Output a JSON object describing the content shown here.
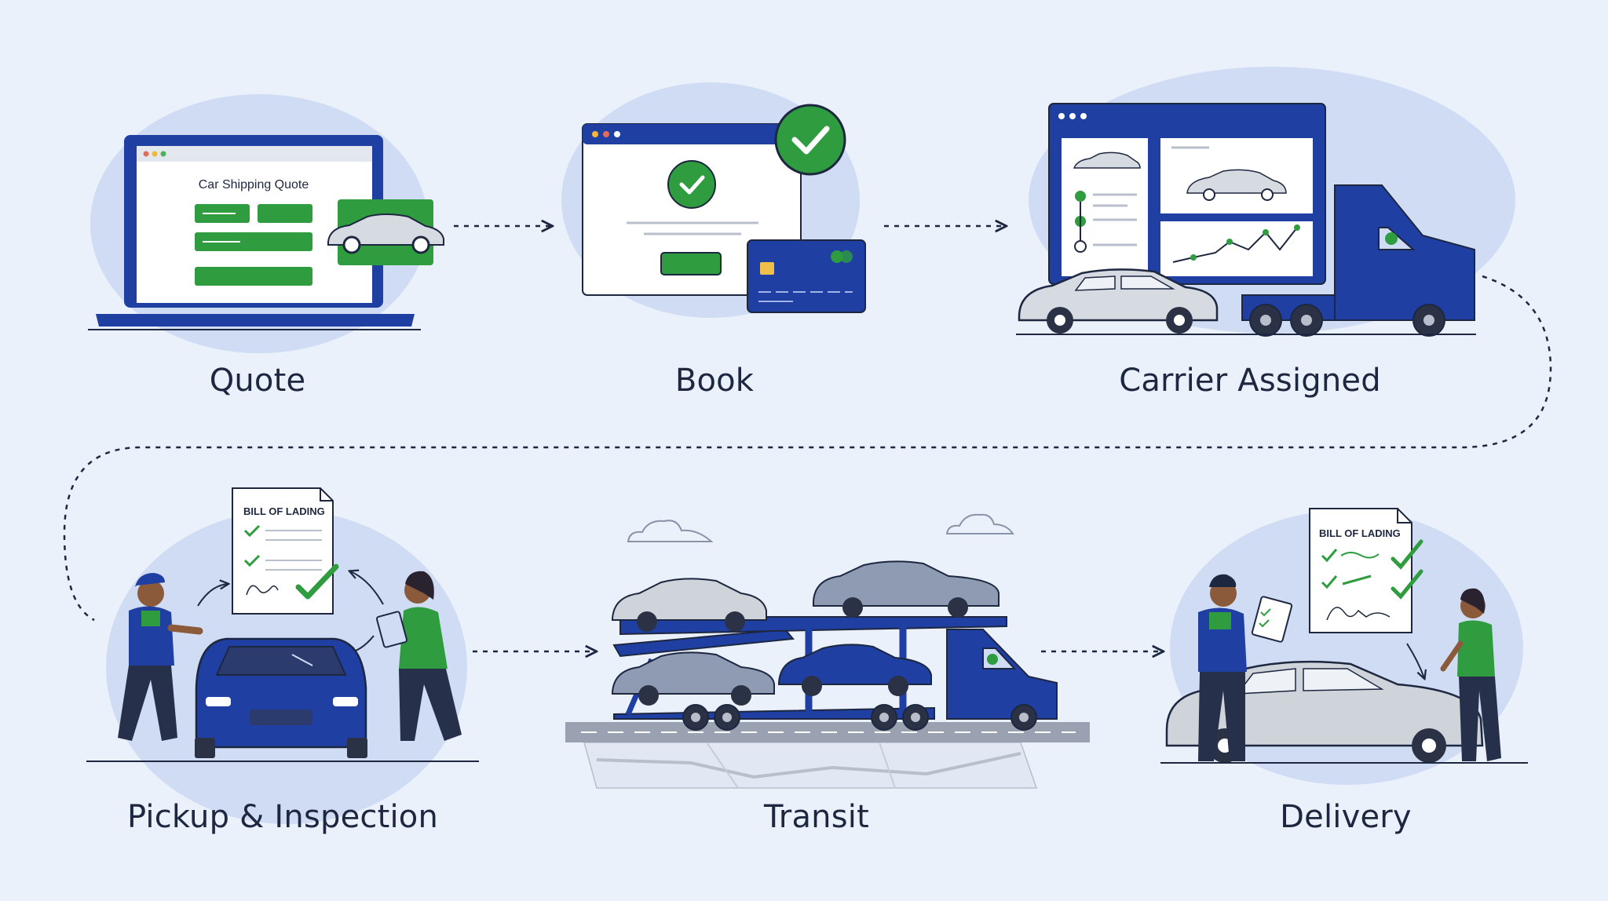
{
  "colors": {
    "background": "#eaf1fb",
    "blob": "#cfdcf3",
    "brand_blue": "#1f3fa3",
    "brand_green": "#2e9c3f",
    "ink": "#1d2740",
    "car_silver": "#cfd3da"
  },
  "steps": [
    {
      "label": "Quote"
    },
    {
      "label": "Book"
    },
    {
      "label": "Carrier Assigned"
    },
    {
      "label": "Pickup & Inspection"
    },
    {
      "label": "Transit"
    },
    {
      "label": "Delivery"
    }
  ],
  "quote_screen": {
    "title": "Car Shipping Quote"
  },
  "documents": {
    "pickup_doc_title": "BILL OF LADING",
    "delivery_doc_title": "BILL OF LADING"
  },
  "icons": [
    "laptop-icon",
    "check-icon",
    "credit-card-icon",
    "truck-icon",
    "car-carrier-icon",
    "clipboard-icon",
    "signature-icon",
    "cloud-icon"
  ]
}
